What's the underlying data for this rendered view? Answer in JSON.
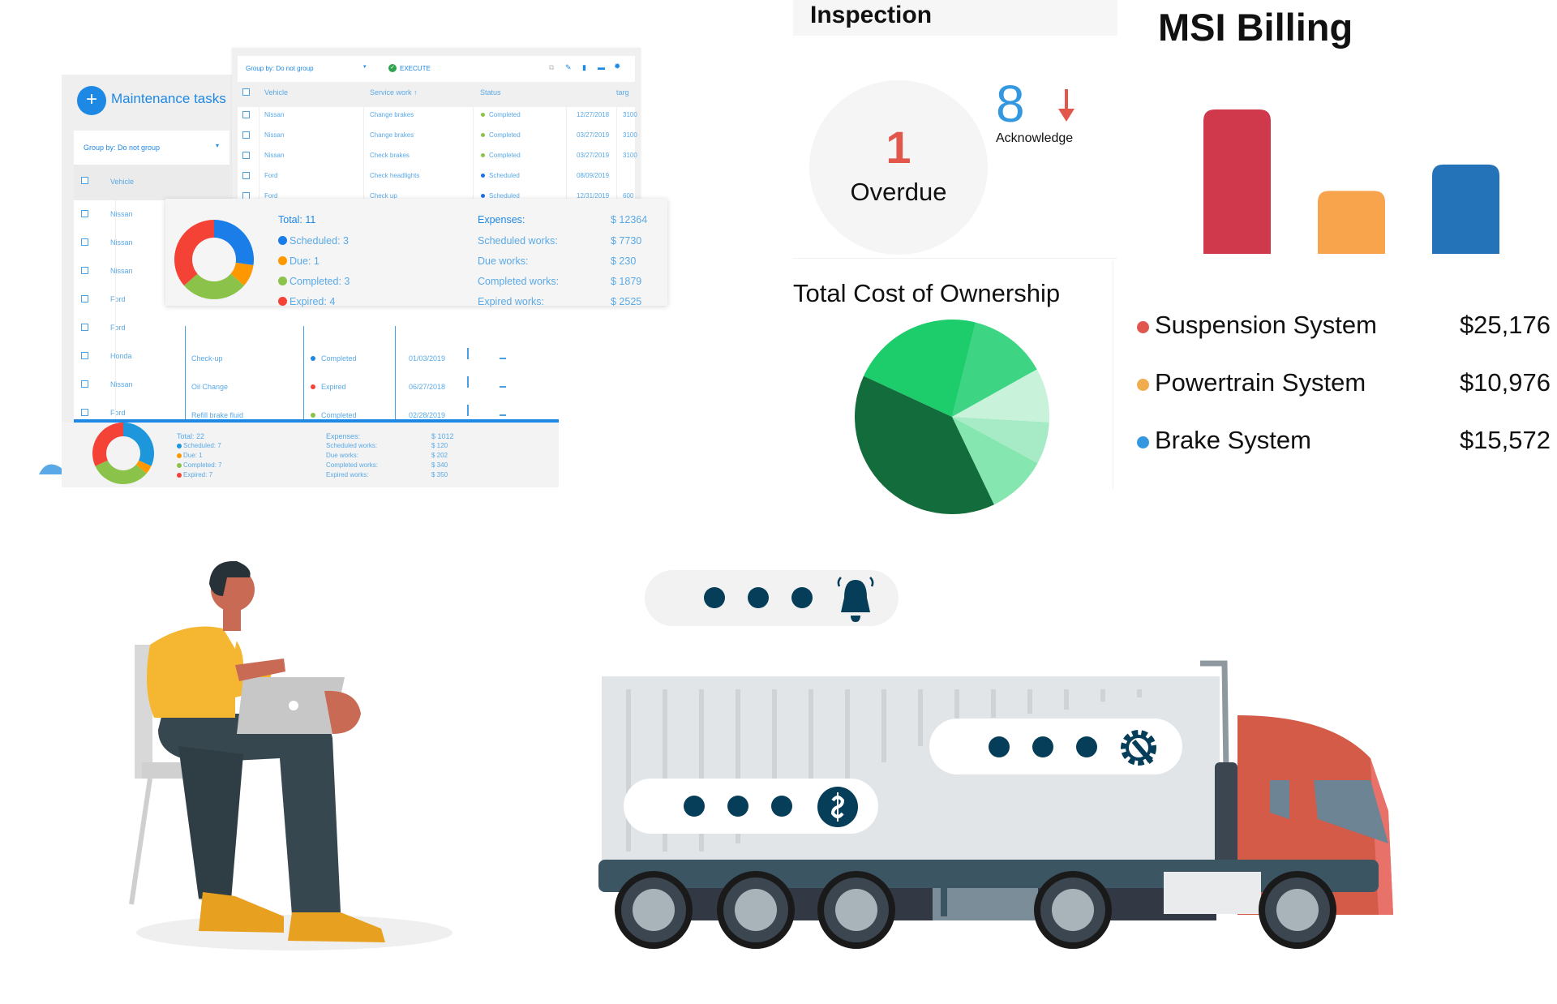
{
  "maintenance": {
    "title": "Maintenance tasks",
    "add_icon": "plus-icon",
    "group_by": "Group by: Do not group",
    "header_vehicle": "Vehicle",
    "vehicles": [
      "Nissan",
      "Nissan",
      "Nissan",
      "Ford",
      "Ford",
      "Honda",
      "Nissan",
      "Ford"
    ],
    "hidden_rows": [
      {
        "work": "Check-up",
        "status": "Completed",
        "status_color": "#1e88e5",
        "date": "01/03/2019"
      },
      {
        "work": "Oil Change",
        "status": "Expired",
        "status_color": "#f44336",
        "date": "06/27/2018"
      },
      {
        "work": "Refill brake fluid",
        "status": "Completed",
        "status_color": "#8bc34a",
        "date": "02/28/2019"
      }
    ],
    "summary": {
      "total": "Total: 22",
      "items": [
        {
          "label": "Scheduled: 7",
          "value": 7,
          "color": "#1e96dc"
        },
        {
          "label": "Due: 1",
          "value": 1,
          "color": "#ff9800"
        },
        {
          "label": "Completed: 7",
          "value": 7,
          "color": "#8bc34a"
        },
        {
          "label": "Expired: 7",
          "value": 7,
          "color": "#f44336"
        }
      ],
      "expenses_label": "Expenses:",
      "expenses_total": "$ 1012",
      "expenses": [
        {
          "label": "Scheduled works:",
          "value": "$ 120"
        },
        {
          "label": "Due works:",
          "value": "$ 202"
        },
        {
          "label": "Completed works:",
          "value": "$ 340"
        },
        {
          "label": "Expired works:",
          "value": "$ 350"
        }
      ]
    }
  },
  "table": {
    "group_by": "Group by: Do not group",
    "execute": "EXECUTE",
    "toolbar_icons": [
      "copy-icon",
      "edit-icon",
      "delete-icon",
      "print-icon",
      "settings-icon"
    ],
    "headers": [
      "Vehicle",
      "Service work ↑",
      "Status",
      "",
      "targ"
    ],
    "rows": [
      {
        "vehicle": "Nissan",
        "work": "Change brakes",
        "status": "Completed",
        "status_color": "#8bc34a",
        "date": "12/27/2018",
        "target": "3100"
      },
      {
        "vehicle": "Nissan",
        "work": "Change brakes",
        "status": "Completed",
        "status_color": "#8bc34a",
        "date": "03/27/2019",
        "target": "3100"
      },
      {
        "vehicle": "Nissan",
        "work": "Check brakes",
        "status": "Completed",
        "status_color": "#8bc34a",
        "date": "03/27/2019",
        "target": "3100"
      },
      {
        "vehicle": "Ford",
        "work": "Check headlights",
        "status": "Scheduled",
        "status_color": "#1e6fe5",
        "date": "08/09/2019",
        "target": ""
      },
      {
        "vehicle": "Ford",
        "work": "Check up",
        "status": "Scheduled",
        "status_color": "#1e6fe5",
        "date": "12/31/2019",
        "target": "600"
      }
    ]
  },
  "popup": {
    "total": "Total: 11",
    "items": [
      {
        "label": "Scheduled: 3",
        "value": 3,
        "color": "#1a7de8"
      },
      {
        "label": "Due: 1",
        "value": 1,
        "color": "#ff9800"
      },
      {
        "label": "Completed: 3",
        "value": 3,
        "color": "#8bc34a"
      },
      {
        "label": "Expired: 4",
        "value": 4,
        "color": "#f44336"
      }
    ],
    "expenses_label": "Expenses:",
    "expenses_total": "$ 12364",
    "expenses": [
      {
        "label": "Scheduled works:",
        "value": "$ 7730"
      },
      {
        "label": "Due works:",
        "value": "$ 230"
      },
      {
        "label": "Completed works:",
        "value": "$ 1879"
      },
      {
        "label": "Expired works:",
        "value": "$ 2525"
      }
    ]
  },
  "inspection": {
    "title": "Inspection",
    "overdue_count": "1",
    "overdue_label": "Overdue",
    "ack_count": "8",
    "ack_label": "Acknowledge",
    "arrow_icon": "arrow-down-icon"
  },
  "tco": {
    "title": "Total Cost of Ownership"
  },
  "chart_data": [
    {
      "type": "pie",
      "title": "Total Cost of Ownership",
      "slices": [
        {
          "value": 13,
          "color": "#3dd584"
        },
        {
          "value": 9,
          "color": "#c8f2da"
        },
        {
          "value": 7,
          "color": "#a6ebc5"
        },
        {
          "value": 10,
          "color": "#86e6b0"
        },
        {
          "value": 39,
          "color": "#136c3b"
        },
        {
          "value": 22,
          "color": "#1dcc6a"
        }
      ]
    },
    {
      "type": "bar",
      "title": "MSI Billing",
      "categories": [
        "Suspension System",
        "Powertrain System",
        "Brake System"
      ],
      "values": [
        25176,
        10976,
        15572
      ],
      "display_values": [
        "$25,176",
        "$10,976",
        "$15,572"
      ],
      "colors": [
        "#d0394b",
        "#f7a44c",
        "#2473b8"
      ],
      "legend_dot_colors": [
        "#e0574f",
        "#f0ad4e",
        "#3498e0"
      ],
      "legend": "bottom"
    }
  ],
  "icons": {
    "notification": "bell-icon",
    "maintenance": "gear-wrench-icon",
    "billing": "dollar-icon"
  }
}
